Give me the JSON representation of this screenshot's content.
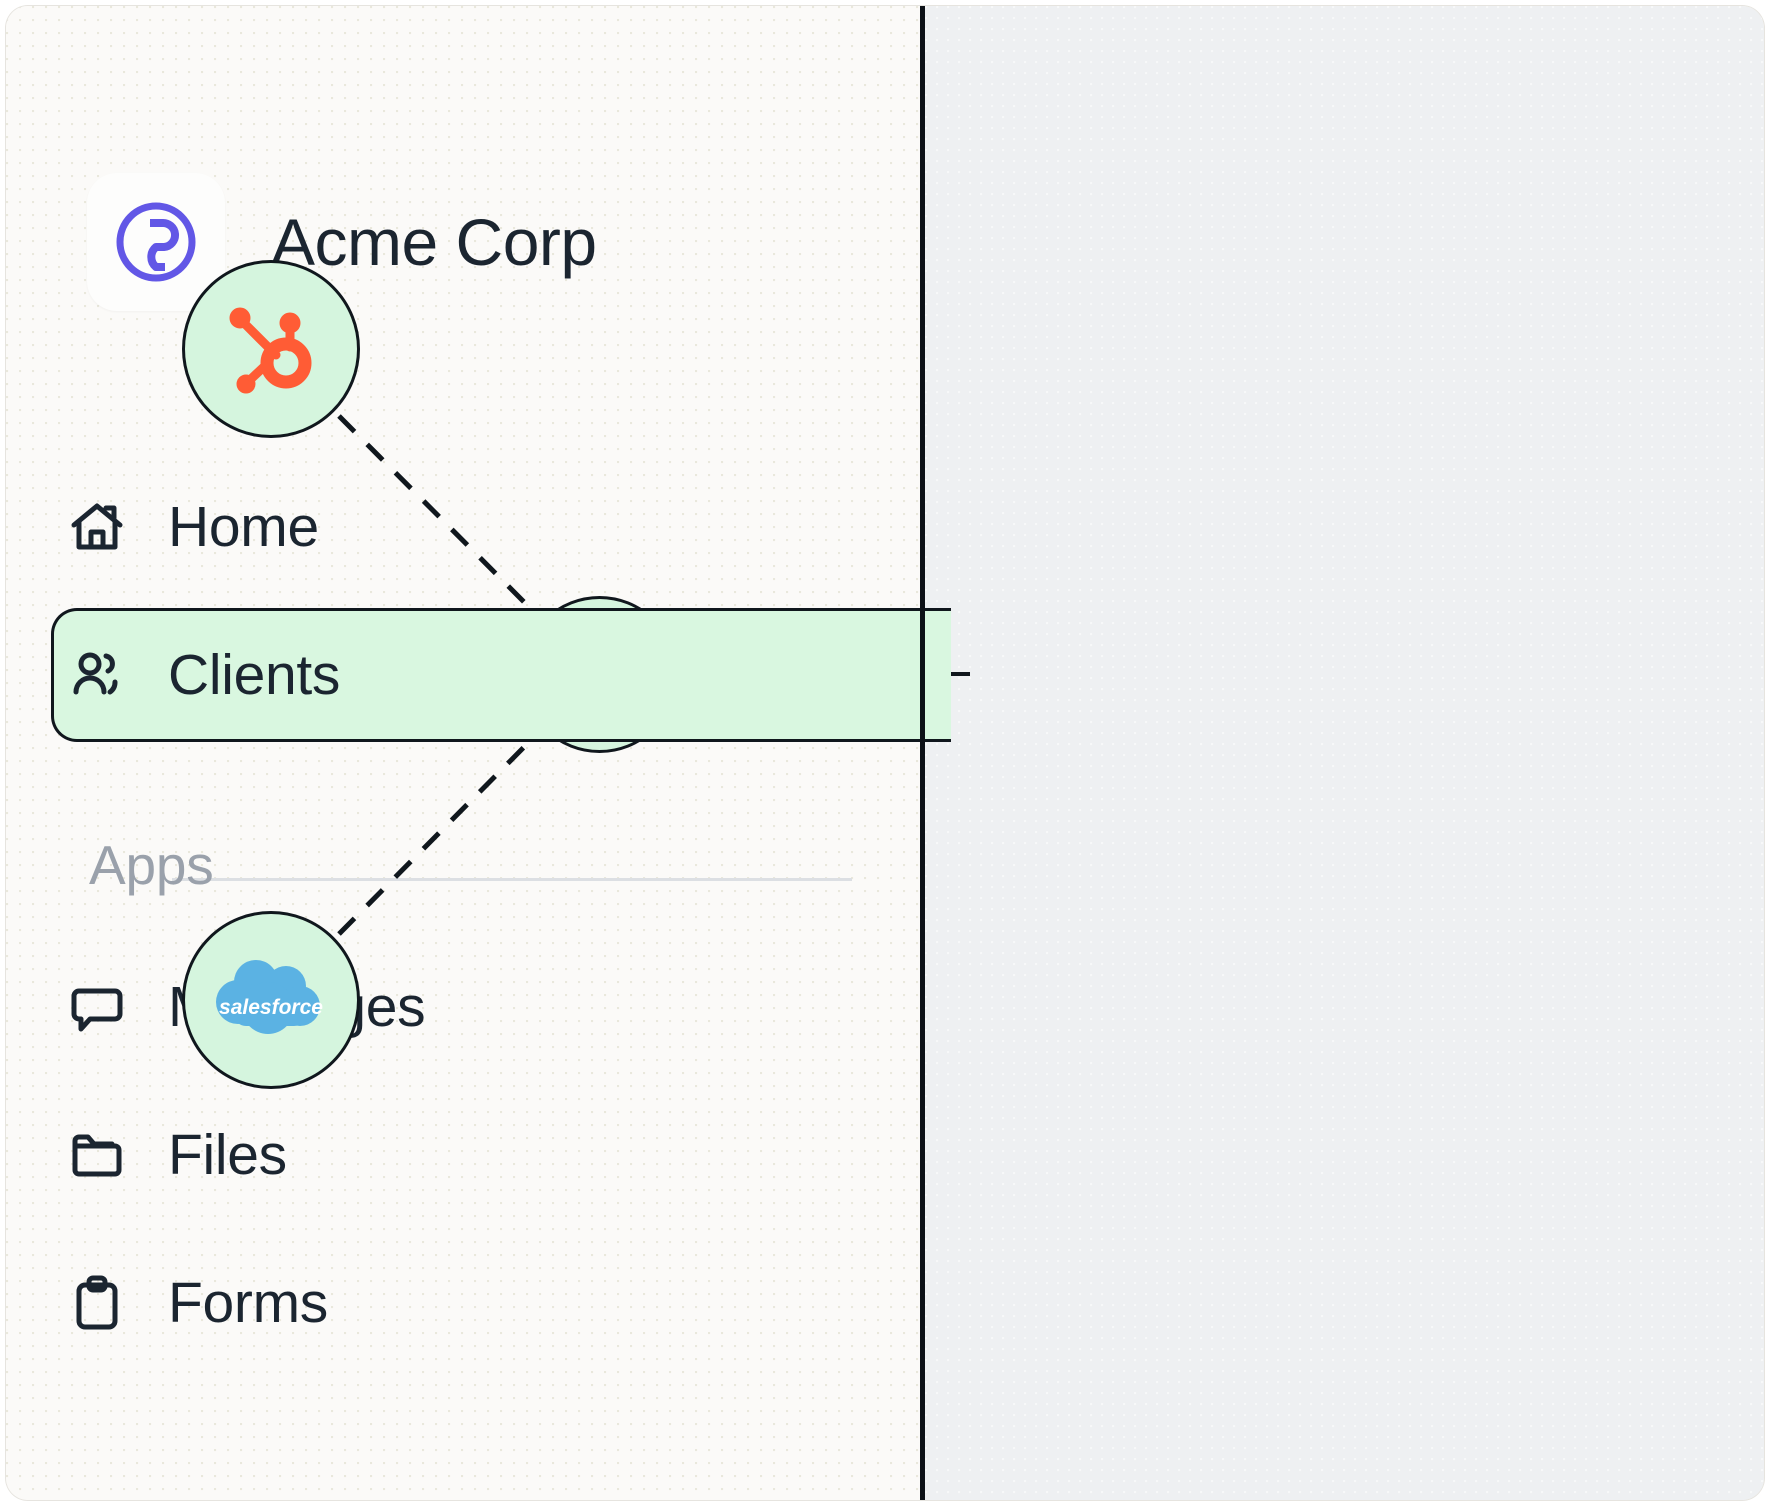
{
  "workspace": {
    "name": "Acme Corp",
    "logo_icon": "acme-circular-mark",
    "logo_color": "#6257e6"
  },
  "sidebar": {
    "primary_nav": [
      {
        "label": "Home",
        "icon": "home-icon",
        "active": false
      },
      {
        "label": "Clients",
        "icon": "users-icon",
        "active": true
      }
    ],
    "section_label": "Apps",
    "apps_nav": [
      {
        "label": "Messages",
        "icon": "message-bubble-icon"
      },
      {
        "label": "Files",
        "icon": "folder-icon"
      },
      {
        "label": "Forms",
        "icon": "clipboard-icon"
      }
    ],
    "background_color": "#eef0f2",
    "active_item_fill": "#d9f7e0",
    "text_color": "#1b2530",
    "muted_text_color": "#9aa1ab"
  },
  "canvas": {
    "background_color": "#fbfaf8",
    "node_fill": "#d5f5de",
    "node_border_color": "#10171d",
    "nodes": [
      {
        "id": "hubspot",
        "icon": "hubspot-logo-icon",
        "color": "#ff5c35",
        "label": ""
      },
      {
        "id": "sync",
        "icon": "sync-refresh-icon",
        "color": "#10171d",
        "label": ""
      },
      {
        "id": "salesforce",
        "icon": "salesforce-cloud-icon",
        "color": "#5bb2e3",
        "label": "salesforce"
      }
    ],
    "connections": [
      {
        "from": "hubspot",
        "to": "sync",
        "style": "dashed"
      },
      {
        "from": "salesforce",
        "to": "sync",
        "style": "dashed"
      },
      {
        "from": "sync",
        "to": "clients",
        "style": "solid"
      }
    ]
  }
}
